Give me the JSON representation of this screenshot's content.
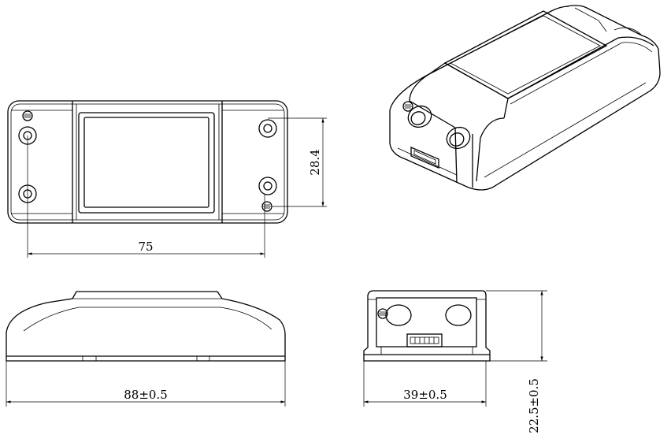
{
  "dimensions": {
    "hole_spacing_width": "75",
    "hole_spacing_height": "28.4",
    "overall_length": "88±0.5",
    "overall_width": "39±0.5",
    "overall_height": "22.5±0.5"
  }
}
